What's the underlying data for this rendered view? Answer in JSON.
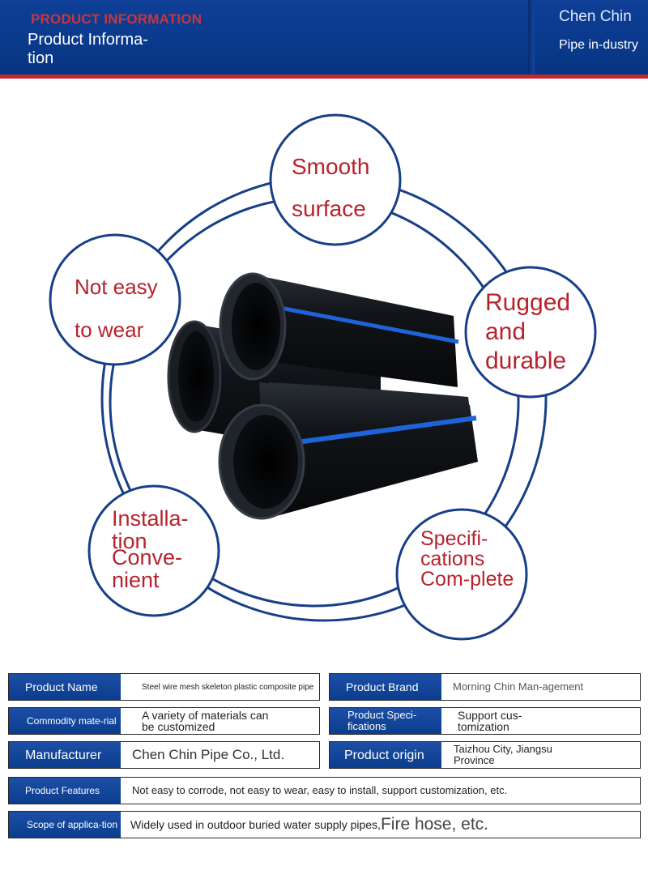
{
  "header": {
    "kicker": "PRODUCT INFORMATION",
    "title": "Product Informa-tion",
    "brand": "Chen Chin",
    "subtitle": "Pipe in-dustry"
  },
  "features": {
    "smooth": "Smooth surface",
    "wear": "Not easy to wear",
    "rugged": "Rugged and durable",
    "install_line1": "Installa-tion",
    "install_line2": "Conve-nient",
    "specs": "Specifi-cations Com-plete"
  },
  "info_table": {
    "product_name_label": "Product Name",
    "product_name_value": "Steel wire mesh skeleton plastic composite pipe",
    "product_brand_label": "Product Brand",
    "product_brand_value": "Morning Chin Man-agement",
    "commodity_label": "Commodity mate-rial",
    "commodity_value": "A variety of materials can be customized",
    "specs_label": "Product Speci-fications",
    "specs_value": "Support cus-tomization",
    "manufacturer_label": "Manufacturer",
    "manufacturer_value": "Chen Chin Pipe Co., Ltd.",
    "origin_label": "Product origin",
    "origin_value": "Taizhou City, Jiangsu Province",
    "features_label": "Product Features",
    "features_value": "Not easy to corrode, not easy to wear, easy to install, support customization, etc.",
    "scope_label": "Scope of applica-tion",
    "scope_value_a": "Widely used in outdoor buried water supply pipes,",
    "scope_value_b": "Fire hose, etc."
  },
  "colors": {
    "header_blue": "#0a3a8c",
    "accent_red": "#c8242e",
    "feature_text_red": "#b7232d",
    "ring_blue": "#173f87",
    "pipe_stripe_blue": "#1f63d8"
  }
}
